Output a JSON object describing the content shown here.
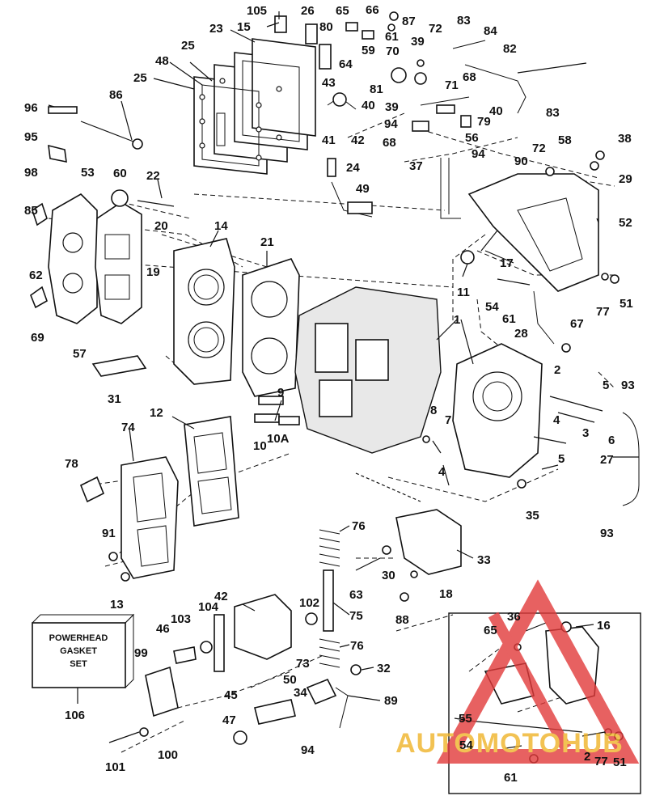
{
  "diagram": {
    "callouts": [
      "105",
      "26",
      "65",
      "66",
      "87",
      "72",
      "83",
      "84",
      "15",
      "80",
      "61",
      "23",
      "39",
      "59",
      "25",
      "64",
      "70",
      "82",
      "48",
      "71",
      "68",
      "25",
      "43",
      "81",
      "86",
      "40",
      "39",
      "96",
      "94",
      "56",
      "83",
      "40",
      "79",
      "41",
      "42",
      "95",
      "68",
      "72",
      "58",
      "38",
      "24",
      "94",
      "37",
      "90",
      "98",
      "53",
      "60",
      "22",
      "29",
      "49",
      "85",
      "52",
      "20",
      "14",
      "21",
      "62",
      "19",
      "17",
      "11",
      "69",
      "54",
      "61",
      "51",
      "77",
      "57",
      "1",
      "28",
      "67",
      "31",
      "2",
      "5",
      "93",
      "9",
      "8",
      "7",
      "4",
      "3",
      "12",
      "74",
      "10",
      "10A",
      "6",
      "78",
      "27",
      "4",
      "5",
      "91",
      "35",
      "93",
      "76",
      "33",
      "13",
      "30",
      "18",
      "63",
      "42",
      "102",
      "75",
      "88",
      "104",
      "103",
      "46",
      "36",
      "16",
      "76",
      "65",
      "99",
      "73",
      "32",
      "50",
      "34",
      "89",
      "45",
      "55",
      "47",
      "54",
      "2",
      "77",
      "51",
      "101",
      "100",
      "94",
      "61",
      "106"
    ],
    "gasket_set_box": {
      "line1": "POWERHEAD",
      "line2": "GASKET",
      "line3": "SET"
    },
    "watermark": "AUTOMOTOHUB"
  },
  "colors": {
    "ink": "#111111",
    "watermark_red": "#e23a3a",
    "watermark_gold": "#f0b429"
  }
}
